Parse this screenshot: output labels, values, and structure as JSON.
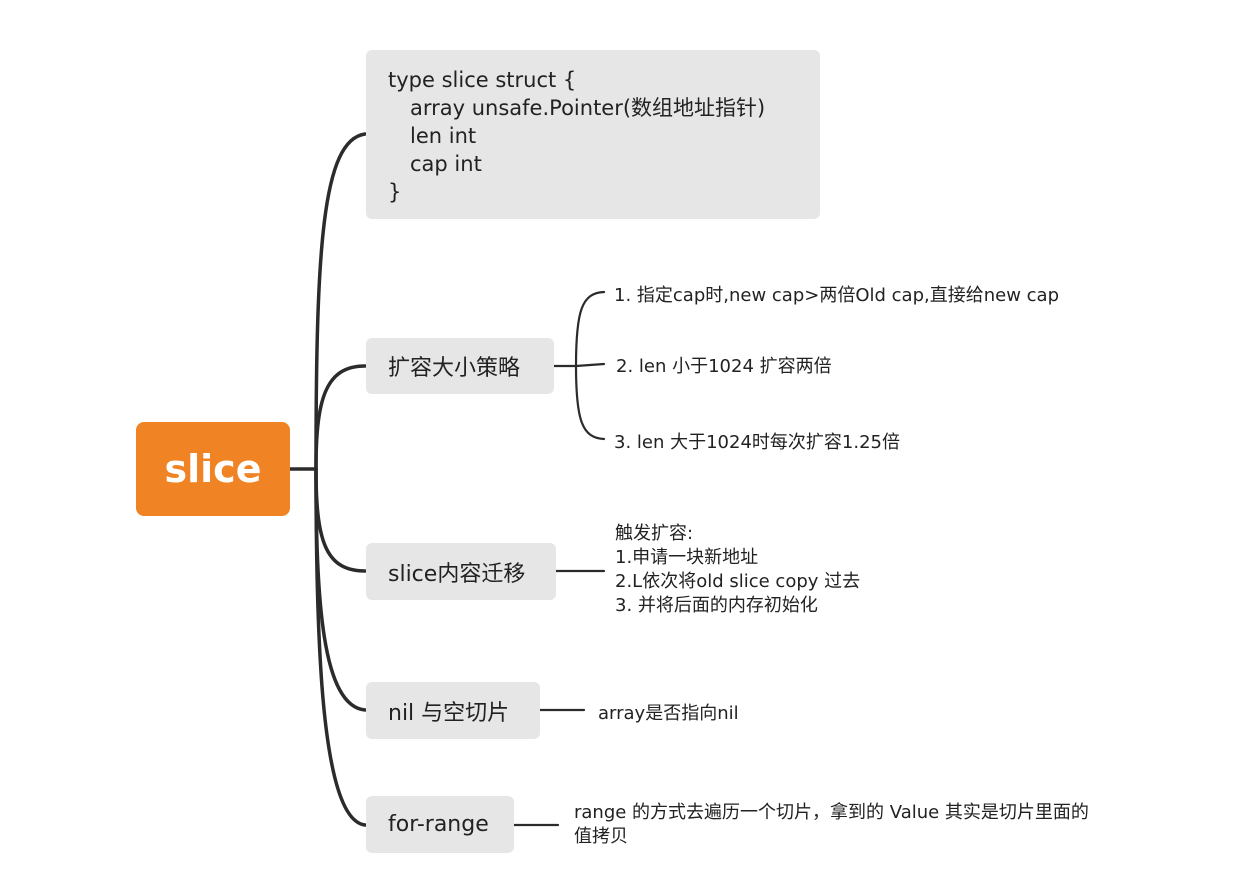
{
  "root": {
    "label": "slice"
  },
  "struct": {
    "lines": [
      "type slice struct {",
      "array unsafe.Pointer(数组地址指针)",
      "len int",
      "cap int",
      "}"
    ]
  },
  "growth": {
    "label": "扩容大小策略",
    "items": [
      "1. 指定cap时,new cap>两倍Old cap,直接给new cap",
      "2. len 小于1024 扩容两倍",
      "3. len 大于1024时每次扩容1.25倍"
    ]
  },
  "migrate": {
    "label": "slice内容迁移",
    "lines": [
      "触发扩容:",
      "1.申请一块新地址",
      "2.L依次将old slice copy 过去",
      "3. 并将后面的内存初始化"
    ]
  },
  "nil": {
    "label": "nil 与空切片",
    "note": "array是否指向nil"
  },
  "forrange": {
    "label": "for-range",
    "note_line1": "range 的方式去遍历一个切片，拿到的 Value 其实是切片里面的",
    "note_line2": "值拷贝"
  },
  "colors": {
    "root": "#f08424",
    "node": "#e6e6e6",
    "line": "#2b2b2b"
  }
}
